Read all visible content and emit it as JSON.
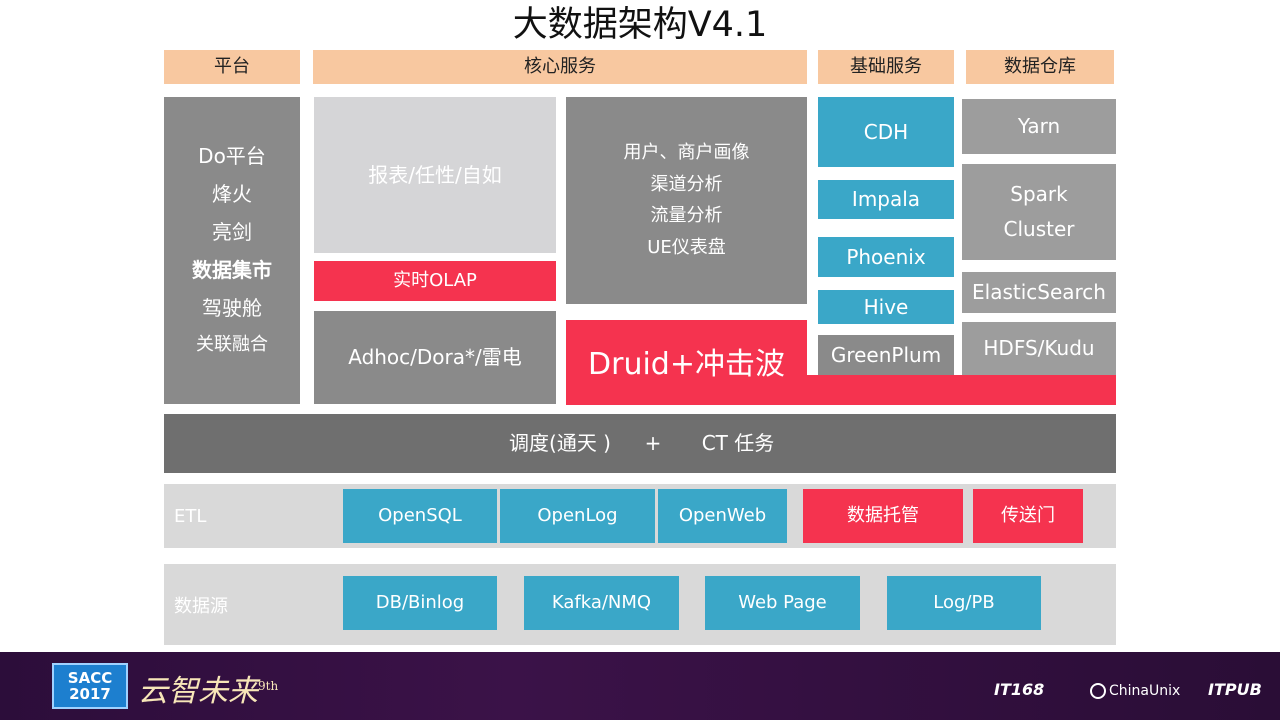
{
  "title": "大数据架构V4.1",
  "headers": {
    "platform": "平台",
    "core": "核心服务",
    "base": "基础服务",
    "warehouse": "数据仓库"
  },
  "platform_items": [
    "Do平台",
    "烽火",
    "亮剑",
    "数据集市",
    "驾驶舱",
    "关联融合"
  ],
  "core": {
    "report": "报表/任性/自如",
    "realtime_olap": "实时OLAP",
    "adhoc": "Adhoc/Dora*/雷电",
    "analysis_items": [
      "用户、商户画像",
      "渠道分析",
      "流量分析",
      "UE仪表盘"
    ],
    "druid": "Druid+冲击波"
  },
  "base_services": [
    "CDH",
    "Impala",
    "Phoenix",
    "Hive",
    "GreenPlum"
  ],
  "warehouse": {
    "yarn": "Yarn",
    "spark_line1": "Spark",
    "spark_line2": "Cluster",
    "elasticsearch": "ElasticSearch",
    "hdfs": "HDFS/Kudu"
  },
  "scheduler": {
    "left": "调度(通天 )",
    "plus": "+",
    "right": "CT 任务"
  },
  "etl": {
    "label": "ETL",
    "items": [
      "OpenSQL",
      "OpenLog",
      "OpenWeb",
      "数据托管",
      "传送门"
    ]
  },
  "datasource": {
    "label": "数据源",
    "items": [
      "DB/Binlog",
      "Kafka/NMQ",
      "Web Page",
      "Log/PB"
    ]
  },
  "footer": {
    "sacc_line1": "SACC",
    "sacc_line2": "2017",
    "slogan": "云智未来",
    "edition": "9th",
    "sponsor1": "IT168",
    "sponsor2": "ChinaUnix",
    "sponsor3": "ITPUB"
  },
  "colors": {
    "header": "#f8c8a0",
    "gray": "#8a8a8a",
    "teal": "#3aa7c8",
    "red": "#f5334f",
    "band": "#6f6f6f",
    "strip": "#d9d9d9"
  }
}
